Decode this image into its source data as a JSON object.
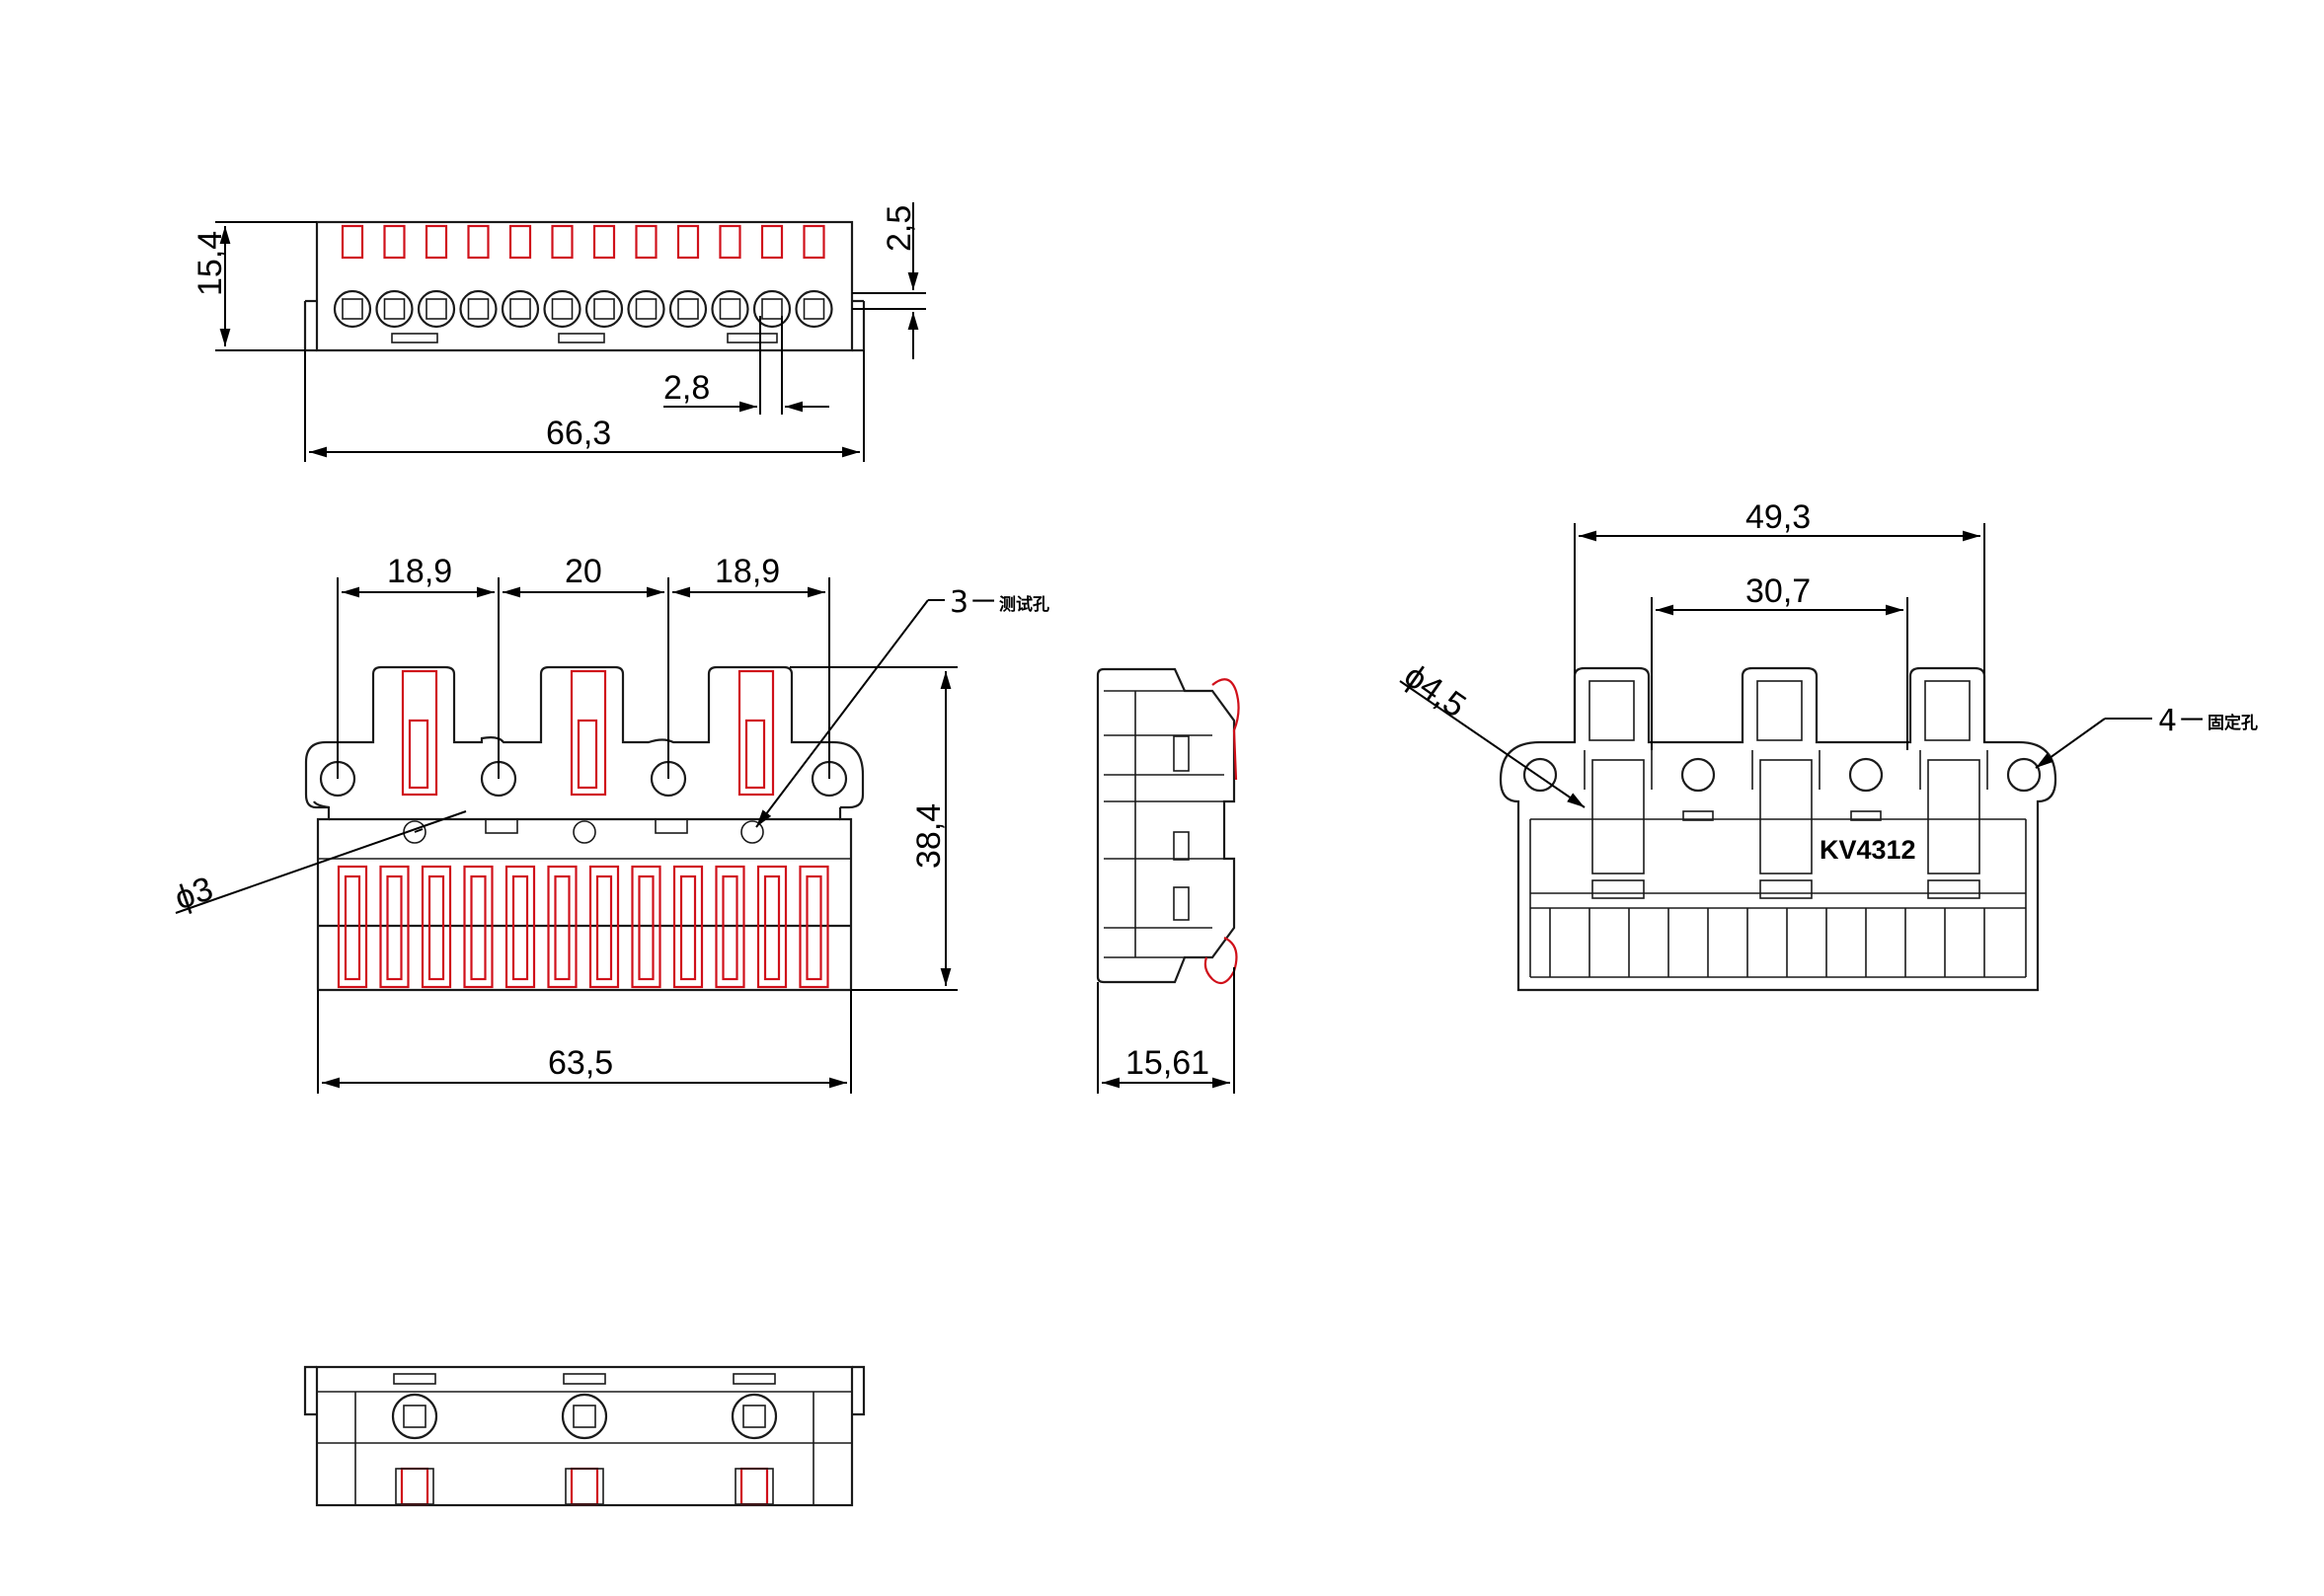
{
  "drawing": {
    "model_label": "KV4312",
    "top_view": {
      "dims": {
        "height": "15,4",
        "tab": "2,5",
        "pitch": "2,8",
        "width": "66,3"
      },
      "slot_count": 12
    },
    "front_view": {
      "dims": {
        "span_left": "18,9",
        "span_mid": "20",
        "span_right": "18,9",
        "height": "38,4",
        "width": "63,5",
        "hole_dia": "ϕ3"
      },
      "test_hole_label": {
        "prefix": "3－",
        "cjk": "测试孔"
      },
      "lever_count": 12
    },
    "side_view": {
      "dims": {
        "depth": "15,61"
      }
    },
    "rear_view": {
      "dims": {
        "outer": "49,3",
        "inner": "30,7",
        "hole_dia": "ϕ4,5"
      },
      "fixing_hole_label": {
        "prefix": "4－",
        "cjk": "固定孔"
      }
    },
    "bottom_view": {
      "port_count": 3
    }
  }
}
